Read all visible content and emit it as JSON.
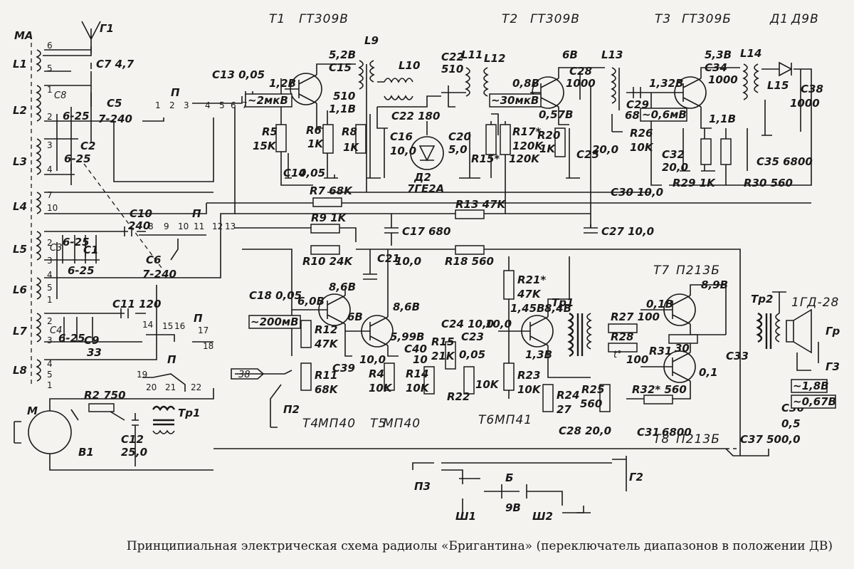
{
  "caption": "Принципиальная электрическая схема  радиолы «Бригантина» (переключатель диапазонов в положении ДВ)",
  "transistors": [
    {
      "ref": "T1",
      "type": "ГТ309В"
    },
    {
      "ref": "T2",
      "type": "ГТ309В"
    },
    {
      "ref": "T3",
      "type": "ГТ309Б"
    },
    {
      "ref": "T4",
      "type": "МП40"
    },
    {
      "ref": "T5",
      "type": "МП40"
    },
    {
      "ref": "T6",
      "type": "МП41"
    },
    {
      "ref": "T7",
      "type": "П213Б"
    },
    {
      "ref": "T8",
      "type": "П213Б"
    }
  ],
  "diodes": [
    {
      "ref": "Д1",
      "type": "Д9В"
    },
    {
      "ref": "Д2",
      "type": "7ГЕ2А"
    }
  ],
  "labels": {
    "ma": "МА",
    "antenna": "Г1",
    "switch": "П",
    "motor": "М",
    "speaker": "Гр",
    "speaker_type": "1ГД-28",
    "jack2": "Г2",
    "jack3": "Г3",
    "battery": "Б",
    "battery_v": "9В",
    "sh1": "Ш1",
    "sh2": "Ш2",
    "p2": "П2",
    "p3": "П3",
    "b1": "В1",
    "tp1": "Тр1",
    "tp2": "Тр2",
    "tp1b": "Тр1",
    "l1": "L1",
    "l2": "L2",
    "l3": "L3",
    "l4": "L4",
    "l5": "L5",
    "l6": "L6",
    "l7": "L7",
    "l8": "L8",
    "l9": "L9",
    "l10": "L10",
    "l11": "L11",
    "l12": "L12",
    "l13": "L13",
    "l14": "L14",
    "l15": "L15",
    "pin38": "38"
  },
  "components": {
    "c7": "C7 4,7",
    "c5": "C5",
    "c5v": "7-240",
    "c13": "C13 0,05",
    "c15": "C15",
    "c22": "C22",
    "c22v": "510",
    "c22b": "C22 180",
    "c28": "C28",
    "c28v": "1000",
    "c34": "C34",
    "c34v": "1000",
    "c38": "C38",
    "c38v": "1000",
    "c29": "C29",
    "c29v": "6800",
    "c16": "C16",
    "c16v": "10,0",
    "c20": "C20",
    "c20v": "5,0",
    "c25": "C25",
    "c25v": "20,0",
    "c32": "C32",
    "c32v": "20,0",
    "c35": "C35 6800",
    "c30": "C30 10,0",
    "c14": "C14",
    "c14v": "0,05",
    "c17": "C17 680",
    "c27": "C27 10,0",
    "c10": "C10",
    "c10v": "240",
    "c6": "C6",
    "c6v": "7-240",
    "c11": "C11 120",
    "c18": "C18 0,05",
    "c21": "C21",
    "c21v": "10,0",
    "c39": "C39",
    "c39v": "10,0",
    "c40": "C40",
    "c40v": "10",
    "c24": "C24 10,0",
    "c23": "C23",
    "c23v": "0,05",
    "c28b": "C28 20,0",
    "c31": "C31",
    "c31v": "6800",
    "c33": "C33",
    "c36": "C36",
    "c36v": "0,5",
    "c37": "C37 500,0",
    "c12": "C12",
    "c12v": "25,0",
    "c9": "C9",
    "c9v": "33",
    "c8": "C8",
    "c2": "C2",
    "c3": "C3",
    "c4": "C4",
    "c1": "C1",
    "tr625": "6-25",
    "r5": "R5",
    "r5v": "15K",
    "r6": "R6",
    "r6v": "1K",
    "r8": "R8",
    "r8v": "1K",
    "r17": "R17*",
    "r17v": "120K",
    "r15": "R15*",
    "r15v": "120K",
    "r20": "R20",
    "r20v": "1K",
    "r26": "R26",
    "r26v": "10K",
    "r29": "R29 1K",
    "r30": "R30 560",
    "r7": "R7 68K",
    "r13": "R13 47K",
    "r9": "R9 1K",
    "r10": "R10 24K",
    "r18": "R18 560",
    "r21": "R21*",
    "r21v": "47K",
    "r12": "R12",
    "r12v": "47K",
    "r11": "R11",
    "r11v": "68K",
    "r4": "R4",
    "r4v": "10K",
    "r14": "R14",
    "r14v": "10K",
    "r15b": "R15",
    "r15bv": "21K",
    "r22": "R22",
    "r22v": "10K",
    "r23": "R23",
    "r23v": "10K",
    "r24": "R24",
    "r24v": "27",
    "r25": "R25",
    "r25v": "560",
    "r27": "R27 100",
    "r28": "R28",
    "r28v": "100",
    "r31": "R31",
    "r31v": "30",
    "r32": "R32* 560",
    "r2": "R2 750",
    "t": "t°"
  },
  "voltages": {
    "v1": "1,2В",
    "v2": "5,2В",
    "v3": "1,1В",
    "v4": "510",
    "v5": "6В",
    "v6": "0,8В",
    "v7": "0,57В",
    "v8": "5,3В",
    "v9": "1,32В",
    "v10": "1,1В",
    "v11": "6,0В",
    "v12": "8,6В",
    "v13": "6В",
    "v14": "8,6В",
    "v15": "5,99В",
    "v16": "10,0",
    "v17": "1,45В",
    "v18": "8,4В",
    "v19": "1,3В",
    "v20": "0,1В",
    "v21": "8,9В",
    "v22": "0,1"
  },
  "signals": {
    "s1": "~2мкВ",
    "s2": "~30мкВ",
    "s3": "~0,6мВ",
    "s4": "~200мВ",
    "s5": "~1,8В",
    "s6": "~0,67В"
  },
  "pins": [
    "1",
    "2",
    "3",
    "4",
    "5",
    "6",
    "7",
    "8",
    "9",
    "10",
    "11",
    "12",
    "13",
    "14",
    "15",
    "16",
    "17",
    "18",
    "19",
    "20",
    "21",
    "22"
  ],
  "coilPins": [
    "6",
    "5",
    "1",
    "2",
    "3",
    "4",
    "7",
    "10",
    "2",
    "3",
    "4",
    "5",
    "1",
    "2",
    "3",
    "4",
    "5",
    "1"
  ]
}
